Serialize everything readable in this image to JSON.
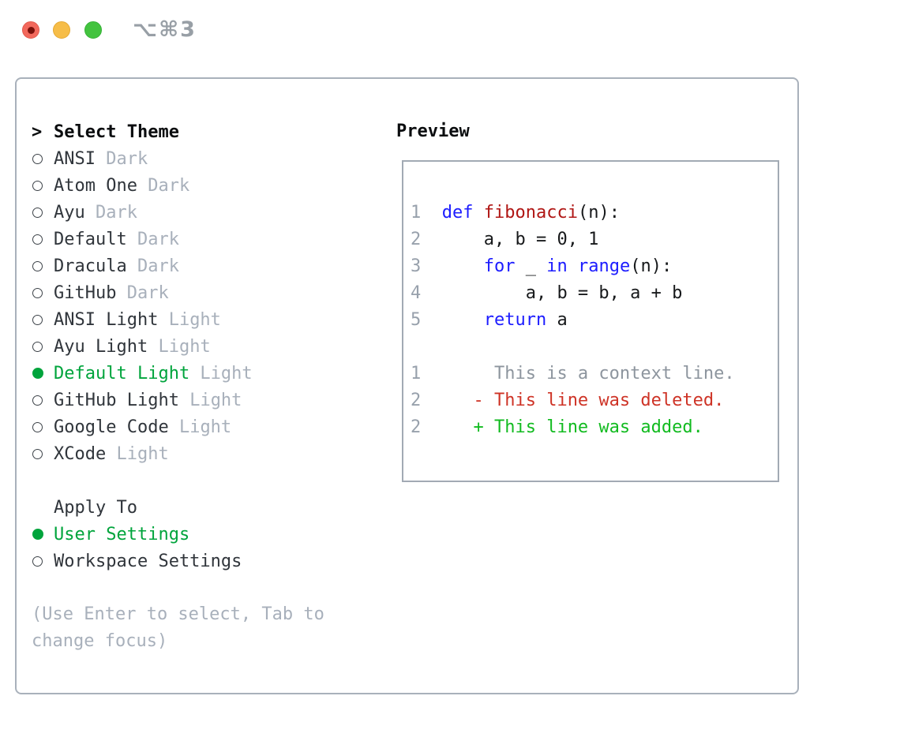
{
  "titlebar": {
    "shortcut": "⌥⌘3",
    "traffic_lights": [
      "close",
      "minimize",
      "zoom"
    ]
  },
  "colors": {
    "selected_green": "#00a43c",
    "keyword_blue": "#1c1cff",
    "function_red": "#b01614",
    "diff_deleted_red": "#ce3326",
    "diff_added_green": "#12bb20",
    "muted_gray": "#a8b0bb",
    "panel_border": "#a9b1bb"
  },
  "sidebar": {
    "prompt": ">",
    "title": "Select Theme",
    "themes": [
      {
        "name": "ANSI",
        "variant": "Dark",
        "selected": false
      },
      {
        "name": "Atom One",
        "variant": "Dark",
        "selected": false
      },
      {
        "name": "Ayu",
        "variant": "Dark",
        "selected": false
      },
      {
        "name": "Default",
        "variant": "Dark",
        "selected": false
      },
      {
        "name": "Dracula",
        "variant": "Dark",
        "selected": false
      },
      {
        "name": "GitHub",
        "variant": "Dark",
        "selected": false
      },
      {
        "name": "ANSI Light",
        "variant": "Light",
        "selected": false
      },
      {
        "name": "Ayu Light",
        "variant": "Light",
        "selected": false
      },
      {
        "name": "Default Light",
        "variant": "Light",
        "selected": true
      },
      {
        "name": "GitHub Light",
        "variant": "Light",
        "selected": false
      },
      {
        "name": "Google Code",
        "variant": "Light",
        "selected": false
      },
      {
        "name": "XCode",
        "variant": "Light",
        "selected": false
      }
    ],
    "apply_to": {
      "label": "Apply To",
      "options": [
        {
          "label": "User Settings",
          "selected": true
        },
        {
          "label": "Workspace Settings",
          "selected": false
        }
      ]
    },
    "hint": "(Use Enter to select, Tab to change focus)"
  },
  "preview": {
    "title": "Preview",
    "lines": [
      {
        "num": "1",
        "segs": [
          [
            "kw",
            "def"
          ],
          [
            "plain",
            " "
          ],
          [
            "fn",
            "fibonacci"
          ],
          [
            "plain",
            "(n):"
          ]
        ]
      },
      {
        "num": "2",
        "segs": [
          [
            "plain",
            "    a, b = 0, 1"
          ]
        ]
      },
      {
        "num": "3",
        "segs": [
          [
            "plain",
            "    "
          ],
          [
            "kw",
            "for"
          ],
          [
            "plain",
            " _ "
          ],
          [
            "kw",
            "in"
          ],
          [
            "plain",
            " "
          ],
          [
            "kw",
            "range"
          ],
          [
            "plain",
            "(n):"
          ]
        ]
      },
      {
        "num": "4",
        "segs": [
          [
            "plain",
            "        a, b = b, a + b"
          ]
        ]
      },
      {
        "num": "5",
        "segs": [
          [
            "plain",
            "    "
          ],
          [
            "kw",
            "return"
          ],
          [
            "plain",
            " a"
          ]
        ]
      },
      {
        "num": "",
        "segs": []
      },
      {
        "num": "1",
        "segs": [
          [
            "ctx",
            "     This is a context line."
          ]
        ]
      },
      {
        "num": "2",
        "segs": [
          [
            "del",
            "   - This line was deleted."
          ]
        ]
      },
      {
        "num": "2",
        "segs": [
          [
            "add",
            "   + This line was added."
          ]
        ]
      }
    ]
  }
}
